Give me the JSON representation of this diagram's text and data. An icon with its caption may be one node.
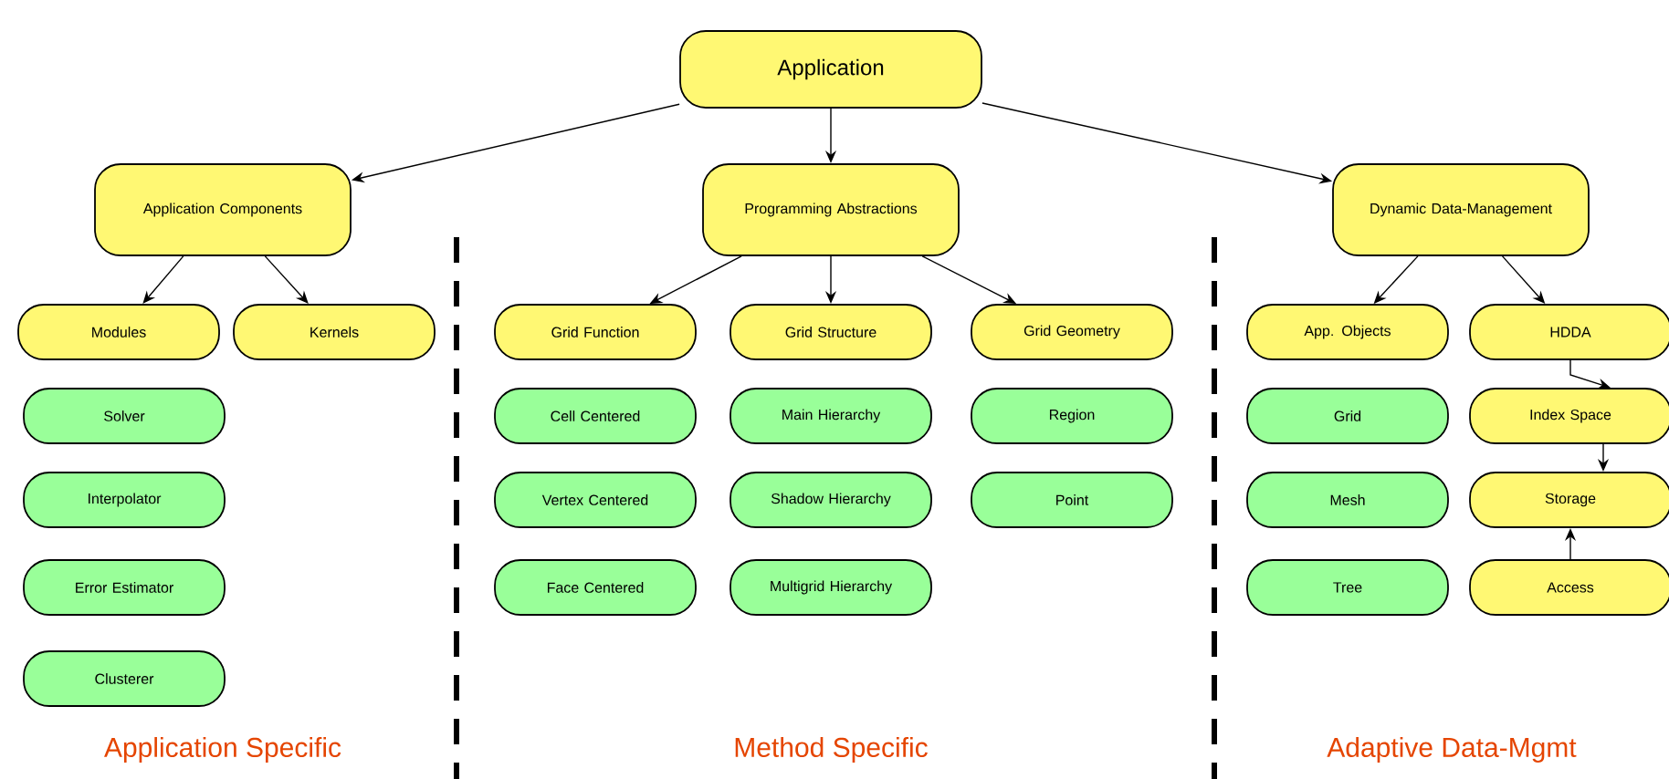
{
  "diagram": {
    "nodes": [
      {
        "text": [
          "Application"
        ]
      },
      {
        "text": [
          "Application Components"
        ]
      },
      {
        "text": [
          "Programming Abstractions"
        ]
      },
      {
        "text": [
          "Dynamic Data-Management"
        ]
      },
      {
        "text": [
          "Modules"
        ]
      },
      {
        "text": [
          "Kernels"
        ]
      },
      {
        "text": [
          "Solver"
        ]
      },
      {
        "text": [
          "Interpolator"
        ]
      },
      {
        "text": [
          "Error Estimator"
        ]
      },
      {
        "text": [
          "Clusterer"
        ]
      },
      {
        "text": [
          "Grid Function"
        ]
      },
      {
        "text": [
          "Grid Structure"
        ]
      },
      {
        "text": [
          "Grid Geometry"
        ]
      },
      {
        "text": [
          "Cell Centered"
        ]
      },
      {
        "text": [
          "Main Hierarchy"
        ]
      },
      {
        "text": [
          "Region"
        ]
      },
      {
        "text": [
          "Vertex Centered"
        ]
      },
      {
        "text": [
          "Shadow Hierarchy"
        ]
      },
      {
        "text": [
          "Point"
        ]
      },
      {
        "text": [
          "Face Centered"
        ]
      },
      {
        "text": [
          "Multigrid Hierarchy"
        ]
      },
      {
        "text": [
          "App. Objects"
        ]
      },
      {
        "text": [
          "HDDA"
        ]
      },
      {
        "text": [
          "Grid"
        ]
      },
      {
        "text": [
          "Index Space"
        ]
      },
      {
        "text": [
          "Mesh"
        ]
      },
      {
        "text": [
          "Storage"
        ]
      },
      {
        "text": [
          "Tree"
        ]
      },
      {
        "text": [
          "Access"
        ]
      }
    ],
    "edges": [
      {
        "from": 0,
        "to": 1,
        "arrow": "to"
      },
      {
        "from": 0,
        "to": 2,
        "arrow": "to"
      },
      {
        "from": 0,
        "to": 3,
        "arrow": "to"
      },
      {
        "from": 1,
        "to": 4,
        "arrow": "to"
      },
      {
        "from": 1,
        "to": 5,
        "arrow": "to"
      },
      {
        "from": 2,
        "to": 10,
        "arrow": "to"
      },
      {
        "from": 2,
        "to": 11,
        "arrow": "to"
      },
      {
        "from": 2,
        "to": 12,
        "arrow": "to"
      },
      {
        "from": 3,
        "to": 21,
        "arrow": "to"
      },
      {
        "from": 3,
        "to": 22,
        "arrow": "to"
      },
      {
        "from": 22,
        "to": 24,
        "arrow": "to"
      },
      {
        "from": 24,
        "to": 26,
        "arrow": "to"
      },
      {
        "from": 28,
        "to": 26,
        "arrow": "to"
      }
    ],
    "labels": [
      "Application Specific",
      "Method Specific",
      "Adaptive Data-Mgmt"
    ]
  }
}
